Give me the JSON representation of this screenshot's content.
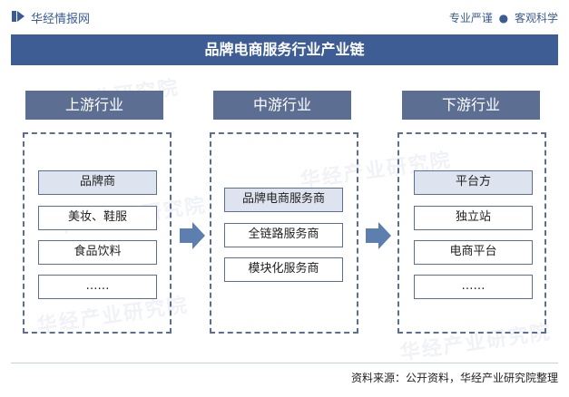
{
  "header": {
    "logo_text": "华经情报网",
    "slogan_left": "专业严谨",
    "slogan_sep": "●",
    "slogan_right": "客观科学"
  },
  "title": "品牌电商服务行业产业链",
  "watermark": "华经产业研究院",
  "columns": [
    {
      "heading": "上游行业",
      "items": [
        "品牌商",
        "美妆、鞋服",
        "食品饮料",
        "……"
      ]
    },
    {
      "heading": "中游行业",
      "items": [
        "品牌电商服务商",
        "全链路服务商",
        "模块化服务商"
      ]
    },
    {
      "heading": "下游行业",
      "items": [
        "平台方",
        "独立站",
        "电商平台",
        "……"
      ]
    }
  ],
  "footer": {
    "source": "资料来源：公开资料，华经产业研究院整理"
  },
  "colors": {
    "primary": "#3e5d95",
    "heading": "#5c6f92",
    "highlight": "#dde4ef",
    "arrow": "#5c7fb0"
  }
}
